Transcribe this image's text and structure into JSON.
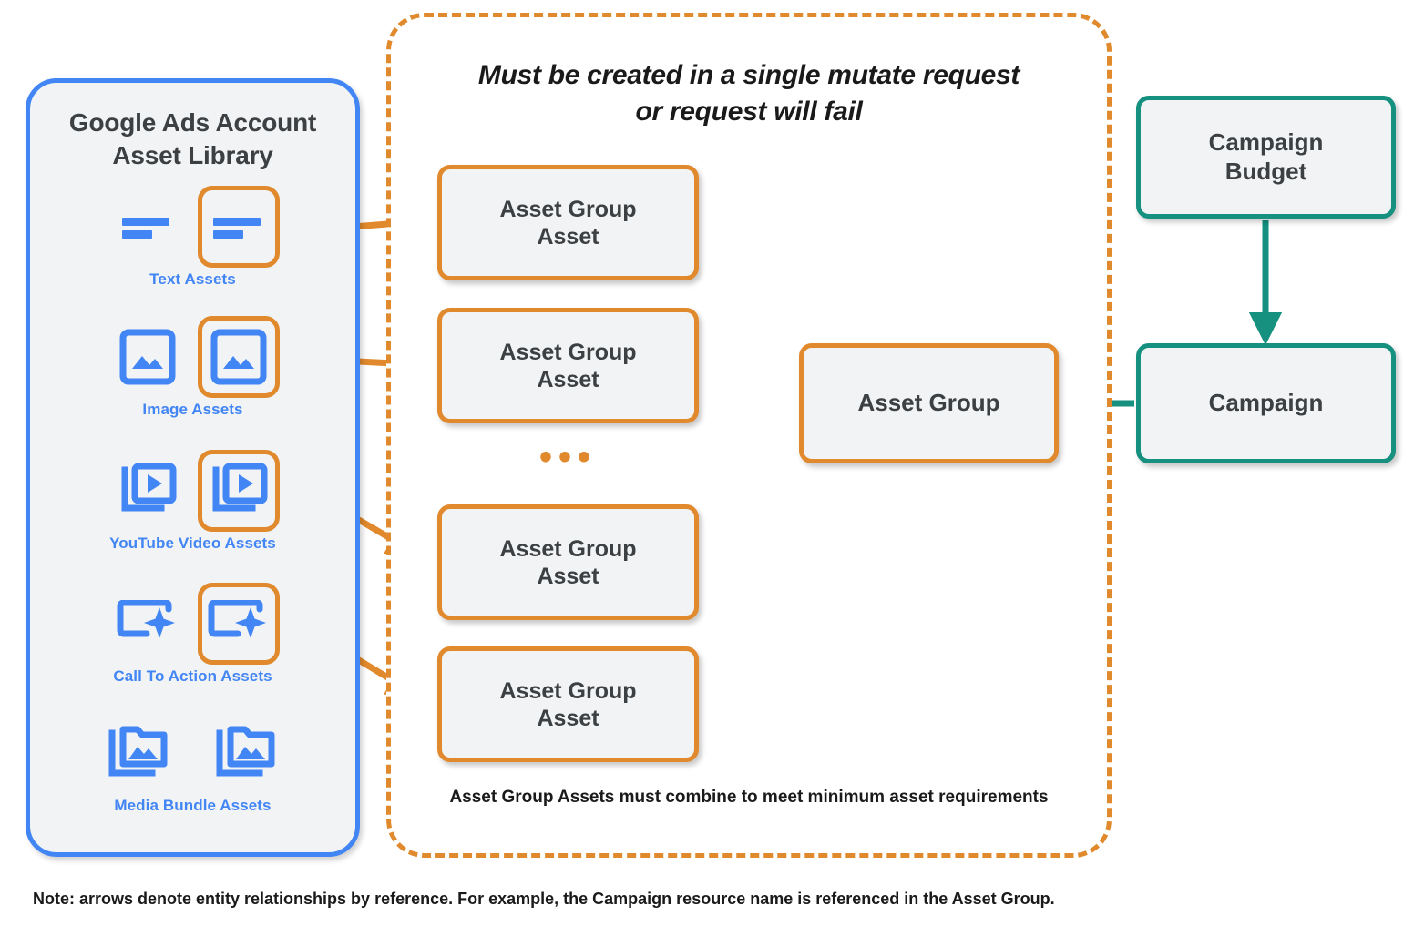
{
  "colors": {
    "orange": "#e1892d",
    "blue": "#4285f4",
    "teal": "#16907f",
    "node_fill": "#f1f3f4",
    "text_dark": "#3c4043",
    "text_black": "#1a1a1a"
  },
  "asset_library": {
    "title": "Google Ads Account\nAsset Library",
    "title_line1": "Google Ads Account",
    "title_line2": "Asset Library",
    "items": [
      {
        "label": "Text Assets",
        "icon": "text-asset-icon",
        "highlighted": true
      },
      {
        "label": "Image Assets",
        "icon": "image-asset-icon",
        "highlighted": true
      },
      {
        "label": "YouTube Video  Assets",
        "icon": "youtube-video-asset-icon",
        "highlighted": true
      },
      {
        "label": "Call To Action Assets",
        "icon": "call-to-action-asset-icon",
        "highlighted": true
      },
      {
        "label": "Media Bundle  Assets",
        "icon": "media-bundle-asset-icon",
        "highlighted": false
      }
    ]
  },
  "mutate_region": {
    "note_line1": "Must be created in a single mutate request",
    "note_line2": "or request will fail",
    "min_requirements_note": "Asset Group Assets must combine to meet minimum asset requirements",
    "asset_group_assets": [
      {
        "label": "Asset Group\nAsset",
        "line1": "Asset Group",
        "line2": "Asset"
      },
      {
        "label": "Asset Group\nAsset",
        "line1": "Asset Group",
        "line2": "Asset"
      },
      {
        "label": "Asset Group\nAsset",
        "line1": "Asset Group",
        "line2": "Asset"
      },
      {
        "label": "Asset Group\nAsset",
        "line1": "Asset Group",
        "line2": "Asset"
      }
    ],
    "ellipsis": "•••",
    "asset_group": {
      "label": "Asset Group"
    }
  },
  "campaign_side": {
    "campaign_budget": {
      "line1": "Campaign",
      "line2": "Budget"
    },
    "campaign": {
      "label": "Campaign"
    }
  },
  "footer": {
    "note": "Note: arrows denote entity relationships by reference. For example, the Campaign resource name is referenced in the Asset Group."
  }
}
